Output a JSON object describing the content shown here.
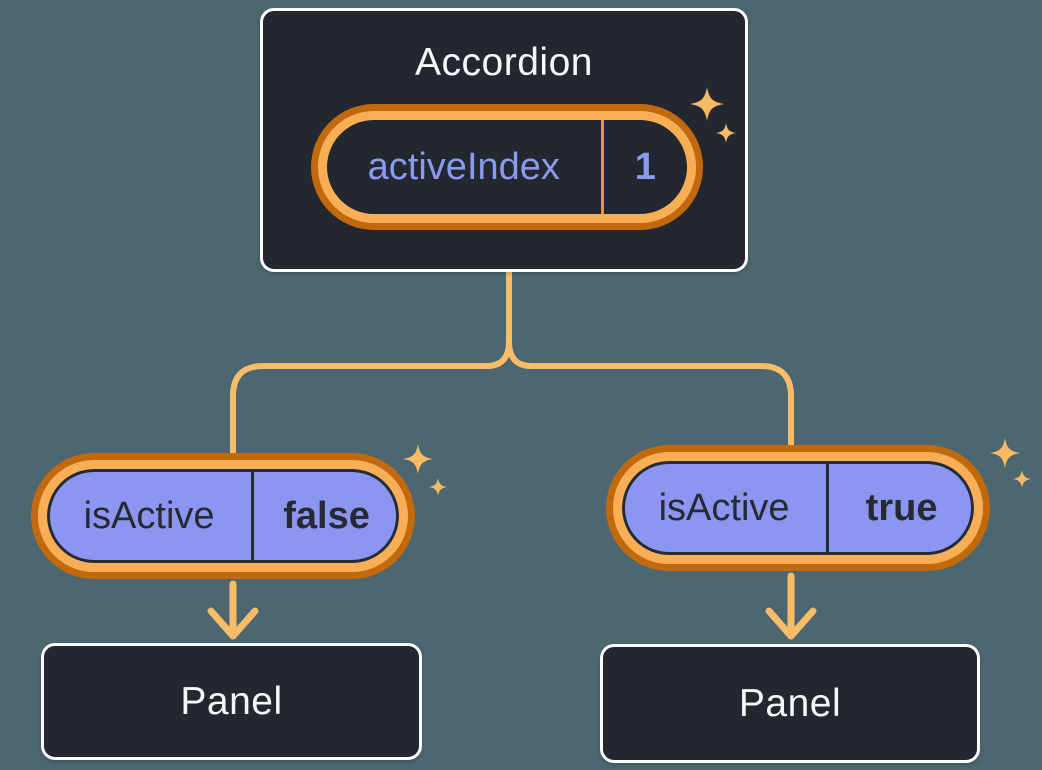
{
  "diagram": {
    "accordion": {
      "title": "Accordion",
      "state_name": "activeIndex",
      "state_value": "1"
    },
    "left_child": {
      "prop_name": "isActive",
      "prop_value": "false",
      "panel_label": "Panel"
    },
    "right_child": {
      "prop_name": "isActive",
      "prop_value": "true",
      "panel_label": "Panel"
    }
  },
  "icons": {
    "sparkle": "sparkle-icon",
    "arrow_down": "arrow-down-icon"
  },
  "colors": {
    "background": "#4C6770",
    "node_background": "#23272F",
    "node_border": "#FBFCFD",
    "node_text": "#F6F7F9",
    "pill_purple_fill": "#8C96F0",
    "periwinkle_text": "#8A9AEE",
    "dark_text": "#262B33",
    "amber_ring": "#F7AE55",
    "dark_orange_ring": "#C2690E",
    "connector_amber": "#F9BC69",
    "sparkle_amber": "#F8BB63"
  }
}
